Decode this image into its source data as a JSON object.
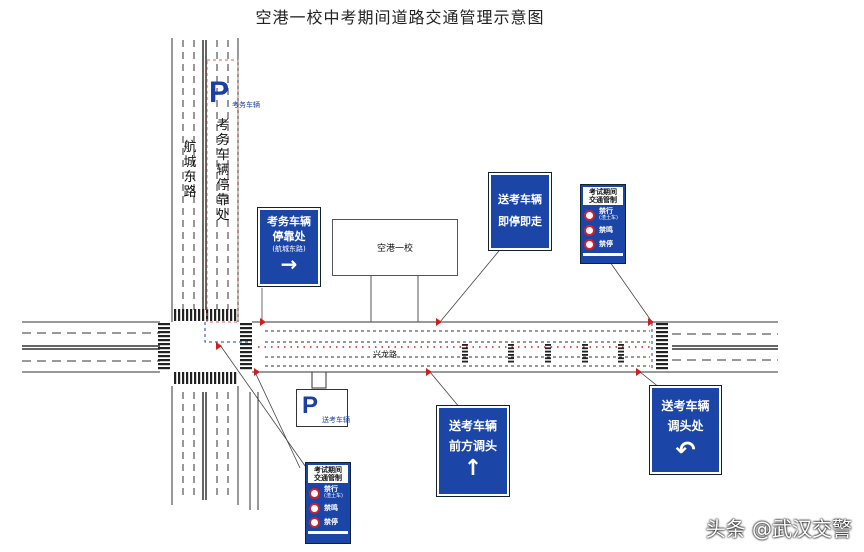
{
  "title": "空港一校中考期间道路交通管理示意图",
  "streets": {
    "north_south": "航城东路",
    "east_west": "兴龙路"
  },
  "building_label": "空港一校",
  "parking_zone": {
    "vertical_text": "考务车辆停靠处",
    "p_letter": "P",
    "p_small_label": "考务车辆"
  },
  "dropoff_parking": {
    "p_letter": "P",
    "label": "送考车辆"
  },
  "signs": {
    "exam_parking": {
      "line1": "考务车辆",
      "line2": "停靠处",
      "line3": "(航城东路)",
      "arrow": "→"
    },
    "dropoff_go": {
      "line1": "送考车辆",
      "line2": "即停即走"
    },
    "uturn_ahead": {
      "line1": "送考车辆",
      "line2": "前方调头",
      "arrow": "↑"
    },
    "uturn_here": {
      "line1": "送考车辆",
      "line2": "调头处",
      "arrow": "↶"
    }
  },
  "control_sign": {
    "header_line1": "考试期间",
    "header_line2": "交通管制",
    "items": [
      {
        "label": "禁行",
        "sub": "(渣土车)"
      },
      {
        "label": "禁鸣",
        "sub": ""
      },
      {
        "label": "禁停",
        "sub": ""
      }
    ]
  },
  "watermark": "头条 @武汉交警",
  "colors": {
    "sign_blue": "#1b46a8",
    "road_line": "#333333",
    "marker_red": "#cc1f1f",
    "zone_red_dash": "#e06060"
  }
}
